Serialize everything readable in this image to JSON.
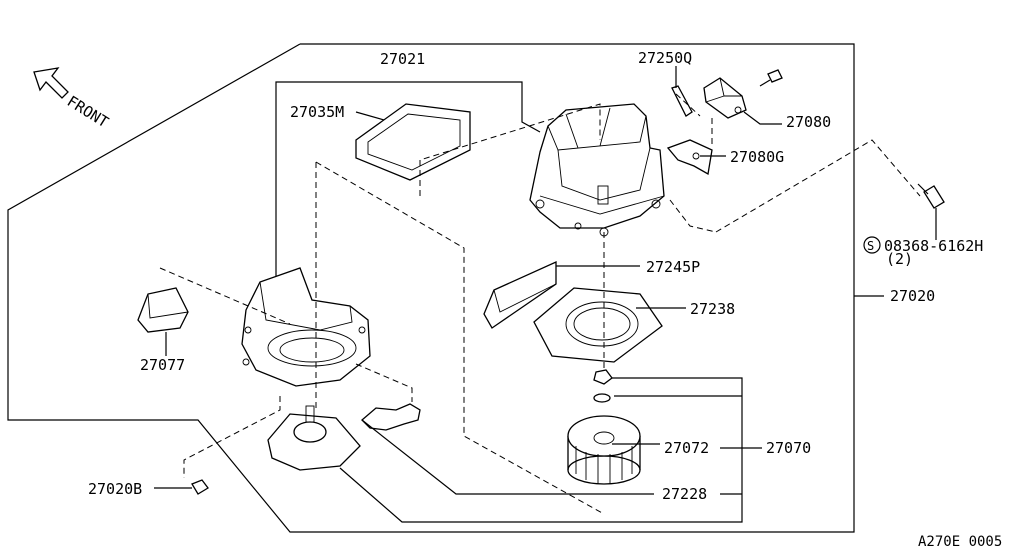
{
  "labels": {
    "p27021": "27021",
    "p27250q": "27250Q",
    "p27035m": "27035M",
    "p27080": "27080",
    "p27080g": "27080G",
    "screw_code": "08368-6162H",
    "screw_qty": "(2)",
    "p27245p": "27245P",
    "p27020": "27020",
    "p27238": "27238",
    "p27077": "27077",
    "p27072": "27072",
    "p27070": "27070",
    "p27020b": "27020B",
    "p27228": "27228",
    "front": "FRONT",
    "screw_mark": "S",
    "diagram_code": "A270E 0005"
  }
}
